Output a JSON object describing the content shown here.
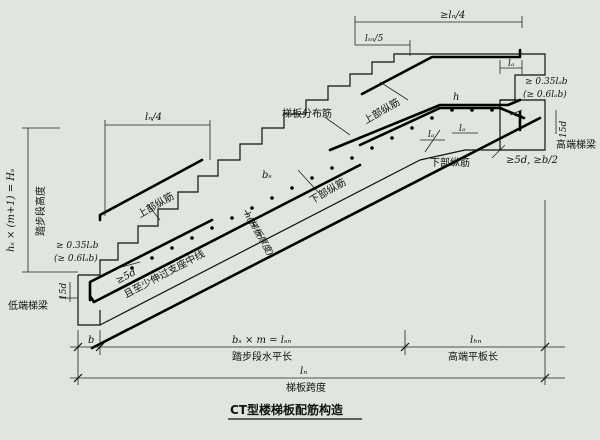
{
  "labels": {
    "top_ln4": "≥lₙ/4",
    "lsn5": "lₛₙ/5",
    "la": "lₐ",
    "anchor_high_1": "≥ 0.35lₐb",
    "anchor_high_2": "(≥ 0.6lₐb)",
    "high_beam": "高端梯梁",
    "upper_bar_high": "上部纵筋",
    "dist_bar": "梯板分布筋",
    "h": "h",
    "la_left": "lₐ",
    "la_right": "lₐ",
    "lower_bar_high": "下部纵筋",
    "ge5d_b2": "≥5d, ≥b/2",
    "d15_right": "15d",
    "ln4_left": "lₙ/4",
    "total_height": "hₛ × (m+1) = Hₛ",
    "total_height_sub": "踏步段高度",
    "bs": "bₛ",
    "lower_bar_mid": "下部纵筋",
    "upper_bar_low": "上部纵筋",
    "thickness": "h(梯板厚度)",
    "anchor_low_1": "≥ 0.35lₐb",
    "anchor_low_2": "(≥ 0.6lₐb)",
    "ge5d": "≥5d",
    "support_note": "且至少伸过支座中线",
    "low_beam": "低端梯梁",
    "d15_left": "15d",
    "dim_b": "b",
    "dim_step_len": "bₛ × m = lₛₙ",
    "dim_step_len_sub": "踏步段水平长",
    "dim_lhn": "lₕₙ",
    "dim_lhn_sub": "高端平板长",
    "dim_ln": "lₙ",
    "dim_ln_sub": "梯板跨度",
    "caption": "CT型楼梯板配筋构造"
  }
}
